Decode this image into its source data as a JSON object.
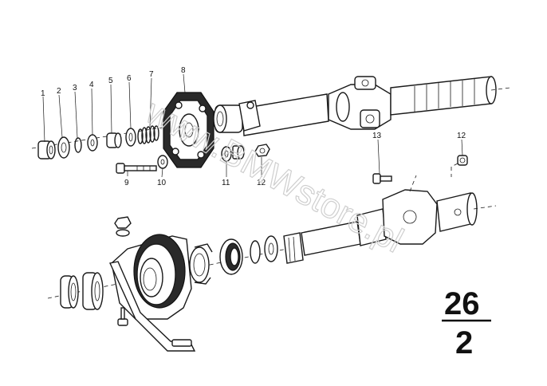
{
  "callouts": [
    {
      "id": "1",
      "label": "1"
    },
    {
      "id": "2",
      "label": "2"
    },
    {
      "id": "3",
      "label": "3"
    },
    {
      "id": "4",
      "label": "4"
    },
    {
      "id": "5",
      "label": "5"
    },
    {
      "id": "6",
      "label": "6"
    },
    {
      "id": "7",
      "label": "7"
    },
    {
      "id": "8",
      "label": "8"
    },
    {
      "id": "9",
      "label": "9"
    },
    {
      "id": "10",
      "label": "10"
    },
    {
      "id": "11",
      "label": "11"
    },
    {
      "id": "12a",
      "label": "12"
    },
    {
      "id": "12b",
      "label": "12"
    },
    {
      "id": "13",
      "label": "13"
    }
  ],
  "watermark": "www.BMWstore.pl",
  "page_ref": {
    "numerator": "26",
    "denominator": "2"
  }
}
